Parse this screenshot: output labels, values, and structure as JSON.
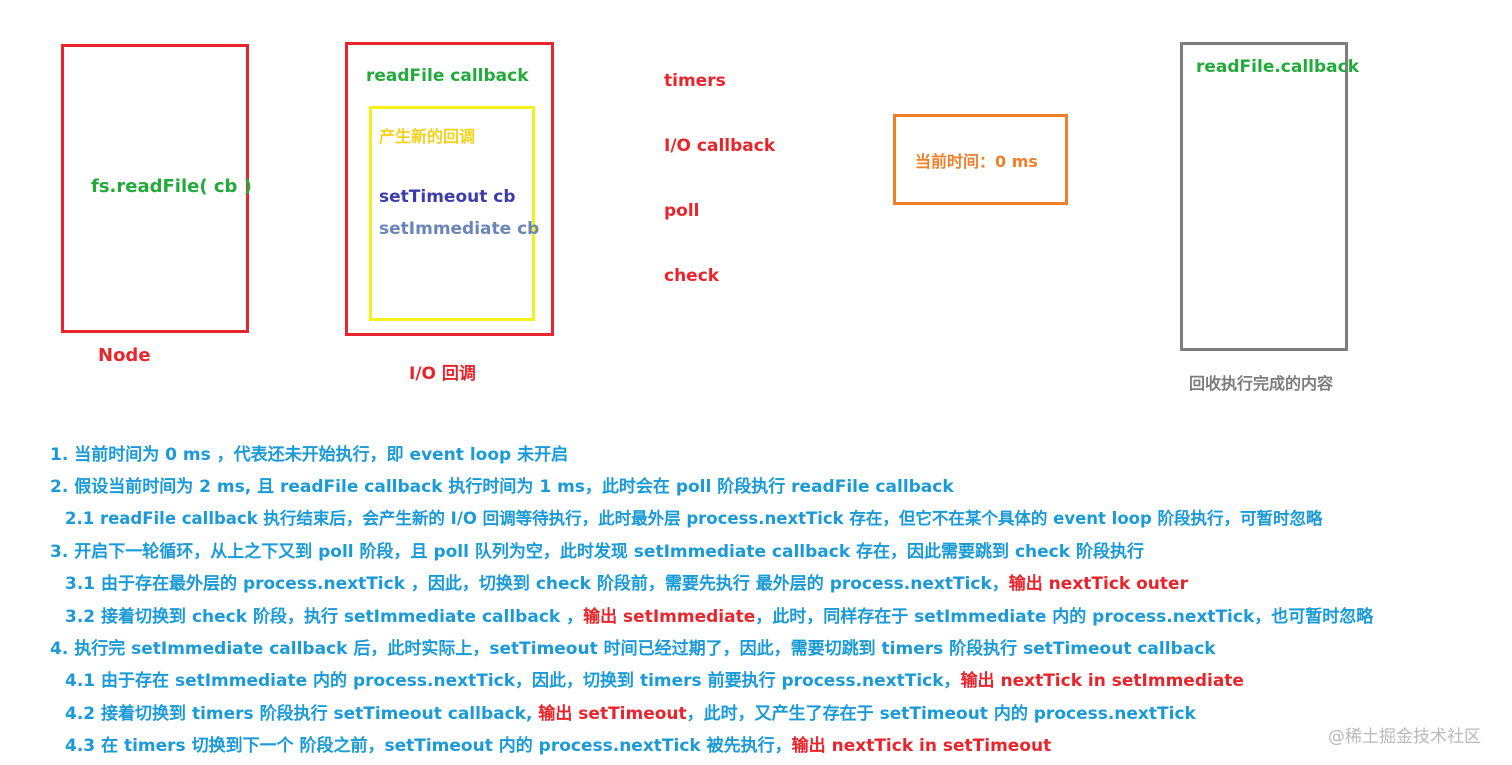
{
  "node_box": {
    "code": "fs.readFile( cb )",
    "caption": "Node"
  },
  "io_box": {
    "title": "readFile callback",
    "inner_title": "产生新的回调",
    "timeout_cb": "setTimeout cb",
    "immediate_cb": "setImmediate cb",
    "caption": "I/O 回调"
  },
  "phases": [
    "timers",
    "I/O callback",
    "poll",
    "check"
  ],
  "time_box": {
    "label": "当前时间：0 ms"
  },
  "result_box": {
    "title": "readFile.callback",
    "caption": "回收执行完成的内容"
  },
  "notes": [
    {
      "indent": false,
      "text": "1. 当前时间为 0 ms ，代表还未开始执行，即 event loop 未开启",
      "highlight": ""
    },
    {
      "indent": false,
      "text": "2. 假设当前时间为 2 ms, 且 readFile callback 执行时间为 1 ms，此时会在 poll 阶段执行 readFile callback",
      "highlight": ""
    },
    {
      "indent": true,
      "text": "2.1 readFile callback 执行结束后，会产生新的 I/O 回调等待执行，此时最外层 process.nextTick 存在，但它不在某个具体的 event  loop 阶段执行，可暂时忽略",
      "highlight": ""
    },
    {
      "indent": false,
      "text": "3. 开启下一轮循环，从上之下又到 poll 阶段，且 poll 队列为空，此时发现 setImmediate callback 存在，因此需要跳到 check 阶段执行",
      "highlight": ""
    },
    {
      "indent": true,
      "text": "3.1 由于存在最外层的  process.nextTick ，因此，切换到 check 阶段前，需要先执行 最外层的  process.nextTick，",
      "highlight": "输出 nextTick outer"
    },
    {
      "indent": true,
      "text": "3.2 接着切换到 check 阶段，执行  setImmediate callback ，",
      "highlight": "输出 setImmediate",
      "tail": "，此时，同样存在于 setImmediate 内的 process.nextTick，也可暂时忽略"
    },
    {
      "indent": false,
      "text": "4. 执行完  setImmediate callback 后，此时实际上，setTimeout 时间已经过期了，因此，需要切跳到 timers 阶段执行 setTimeout callback",
      "highlight": ""
    },
    {
      "indent": true,
      "text": "4.1 由于存在  setImmediate 内的 process.nextTick，因此，切换到 timers 前要执行 process.nextTick，",
      "highlight": "输出 nextTick in setImmediate"
    },
    {
      "indent": true,
      "text": "4.2 接着切换到 timers 阶段执行 setTimeout callback, ",
      "highlight": "输出 setTimeout",
      "tail": "，此时，又产生了存在于 setTimeout 内的 process.nextTick"
    },
    {
      "indent": true,
      "text": "4.3 在 timers 切换到下一个 阶段之前，setTimeout 内的 process.nextTick 被先执行，",
      "highlight": "输出 nextTick in setTimeout"
    }
  ],
  "watermark": "@稀土掘金技术社区",
  "colors": {
    "red": "#e8252c",
    "green": "#22ab3b",
    "yellow": "#f3d21a",
    "orange": "#f07f2a",
    "grey": "#7d7d7d",
    "blue": "#1a9bd7"
  }
}
